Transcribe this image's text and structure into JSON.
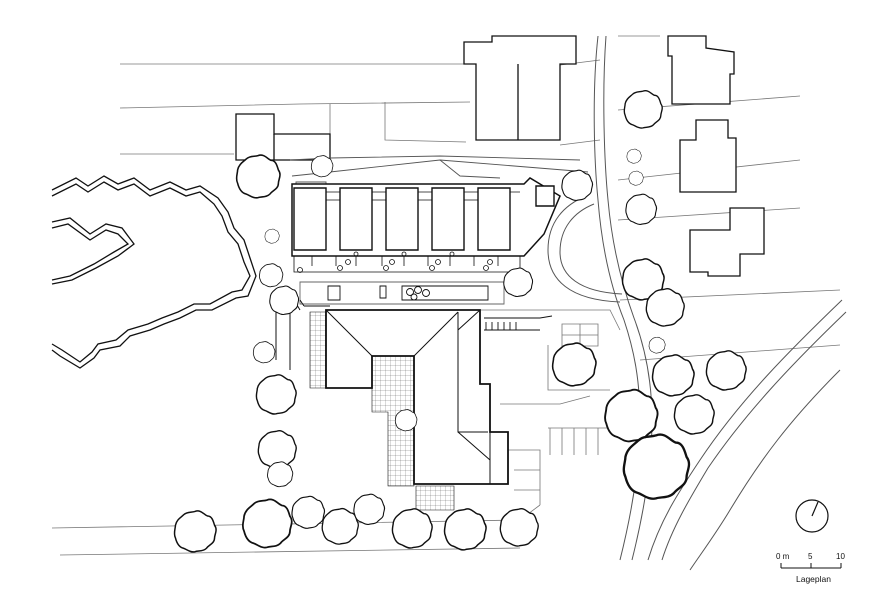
{
  "plan": {
    "colors": {
      "line": "#111111",
      "thin": "#777777",
      "hatch": "#333333",
      "background": "#ffffff"
    },
    "icons": {
      "north": "north-arrow-icon",
      "tree": "tree-symbol-icon"
    }
  },
  "scale_bar": {
    "ticks": [
      "0 m",
      "5",
      "10"
    ],
    "title": "Lageplan"
  }
}
